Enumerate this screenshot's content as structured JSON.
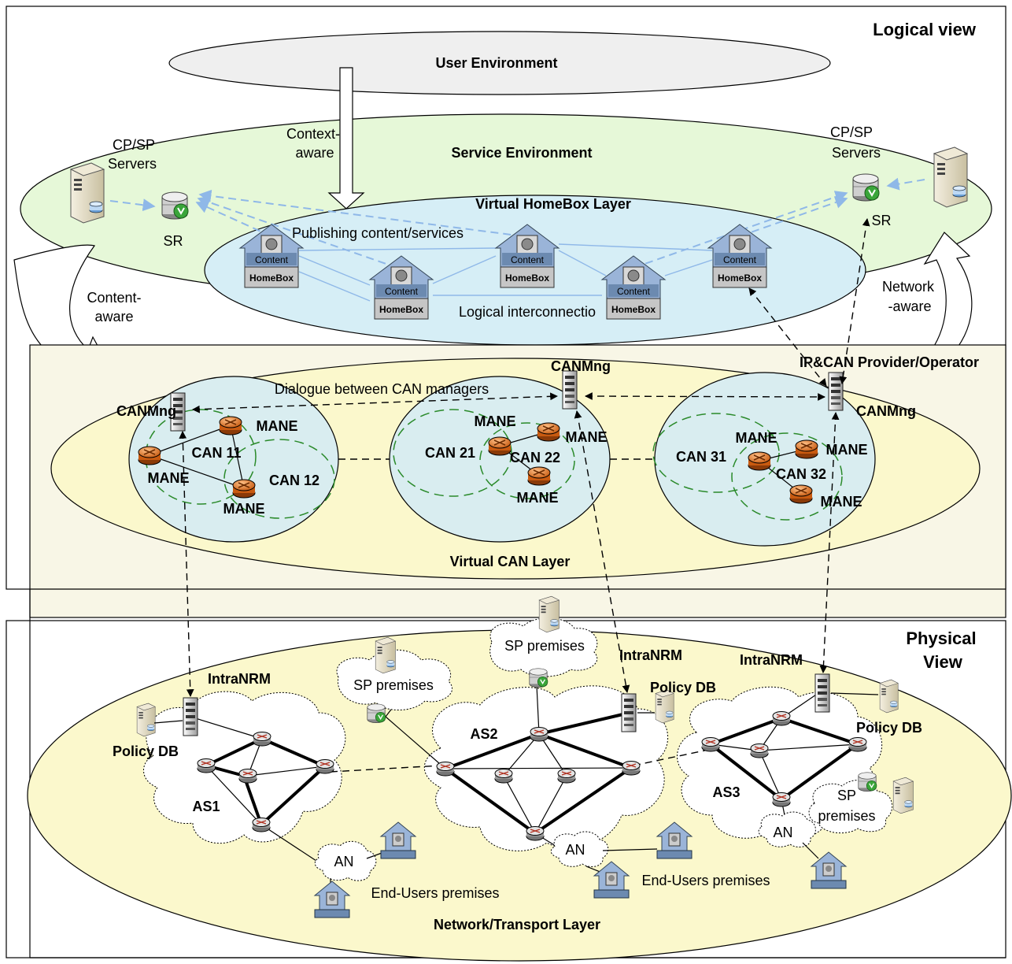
{
  "logical": {
    "title": "Logical view",
    "user_environment": "User Environment",
    "service_environment": "Service Environment",
    "context_aware": [
      "Context-",
      "aware"
    ],
    "content_aware": [
      "Content-",
      "aware"
    ],
    "network_aware": [
      "Network",
      "-aware"
    ],
    "cpsp_servers_left": [
      "CP/SP",
      "Servers"
    ],
    "cpsp_servers_right": [
      "CP/SP",
      "Servers"
    ],
    "sr_left": "SR",
    "sr_right": "SR",
    "vhb_layer": "Virtual HomeBox Layer",
    "publishing": "Publishing content/services",
    "logical_interconnection": "Logical interconnectio",
    "homebox_content": "Content",
    "homebox_label": "HomeBox"
  },
  "can_layer": {
    "provider": "IP&CAN Provider/Operator",
    "dialogue": "Dialogue between CAN managers",
    "canmng": "CANMng",
    "mane": "MANE",
    "can11": "CAN 11",
    "can12": "CAN 12",
    "can21": "CAN 21",
    "can22": "CAN 22",
    "can31": "CAN 31",
    "can32": "CAN 32",
    "layer_label": "Virtual CAN Layer"
  },
  "physical": {
    "title": [
      "Physical",
      "View"
    ],
    "intranrm": "IntraNRM",
    "policy_db": "Policy DB",
    "sp_premises": "SP premises",
    "sp_premises_split": [
      "SP",
      "premises"
    ],
    "as1": "AS1",
    "as2": "AS2",
    "as3": "AS3",
    "an": "AN",
    "end_users": "End-Users premises",
    "layer_label": "Network/Transport Layer"
  },
  "colors": {
    "service_env": "#e6f8d8",
    "homebox_layer": "#d6eef6",
    "can_band": "#f8f6e6",
    "can_ellipse": "#fbf8cc",
    "can_domain": "#d9edf0",
    "router_orange": "#e87a2a",
    "homebox_house": "#9ab4d8",
    "sr_green": "#3aa53a",
    "link_blue": "#8fb8e8"
  }
}
